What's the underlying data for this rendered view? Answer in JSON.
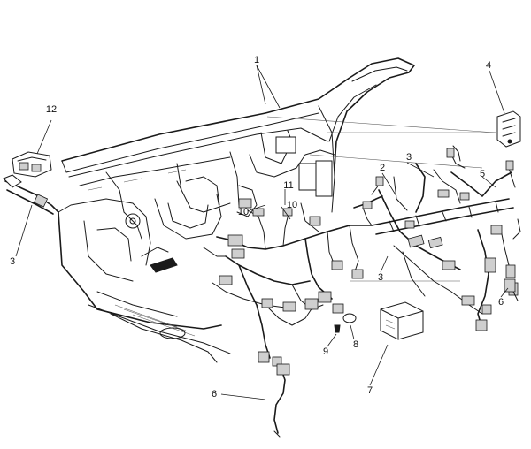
{
  "callouts": [
    {
      "id": "c1",
      "label": "1"
    },
    {
      "id": "c2",
      "label": "2"
    },
    {
      "id": "c3a",
      "label": "3"
    },
    {
      "id": "c3b",
      "label": "3"
    },
    {
      "id": "c3c",
      "label": "3"
    },
    {
      "id": "c4",
      "label": "4"
    },
    {
      "id": "c5",
      "label": "5"
    },
    {
      "id": "c6a",
      "label": "6"
    },
    {
      "id": "c6b",
      "label": "6"
    },
    {
      "id": "c7",
      "label": "7"
    },
    {
      "id": "c8",
      "label": "8"
    },
    {
      "id": "c9",
      "label": "9"
    },
    {
      "id": "c10a",
      "label": "10"
    },
    {
      "id": "c10b",
      "label": "10"
    },
    {
      "id": "c11",
      "label": "11"
    },
    {
      "id": "c12",
      "label": "12"
    }
  ]
}
